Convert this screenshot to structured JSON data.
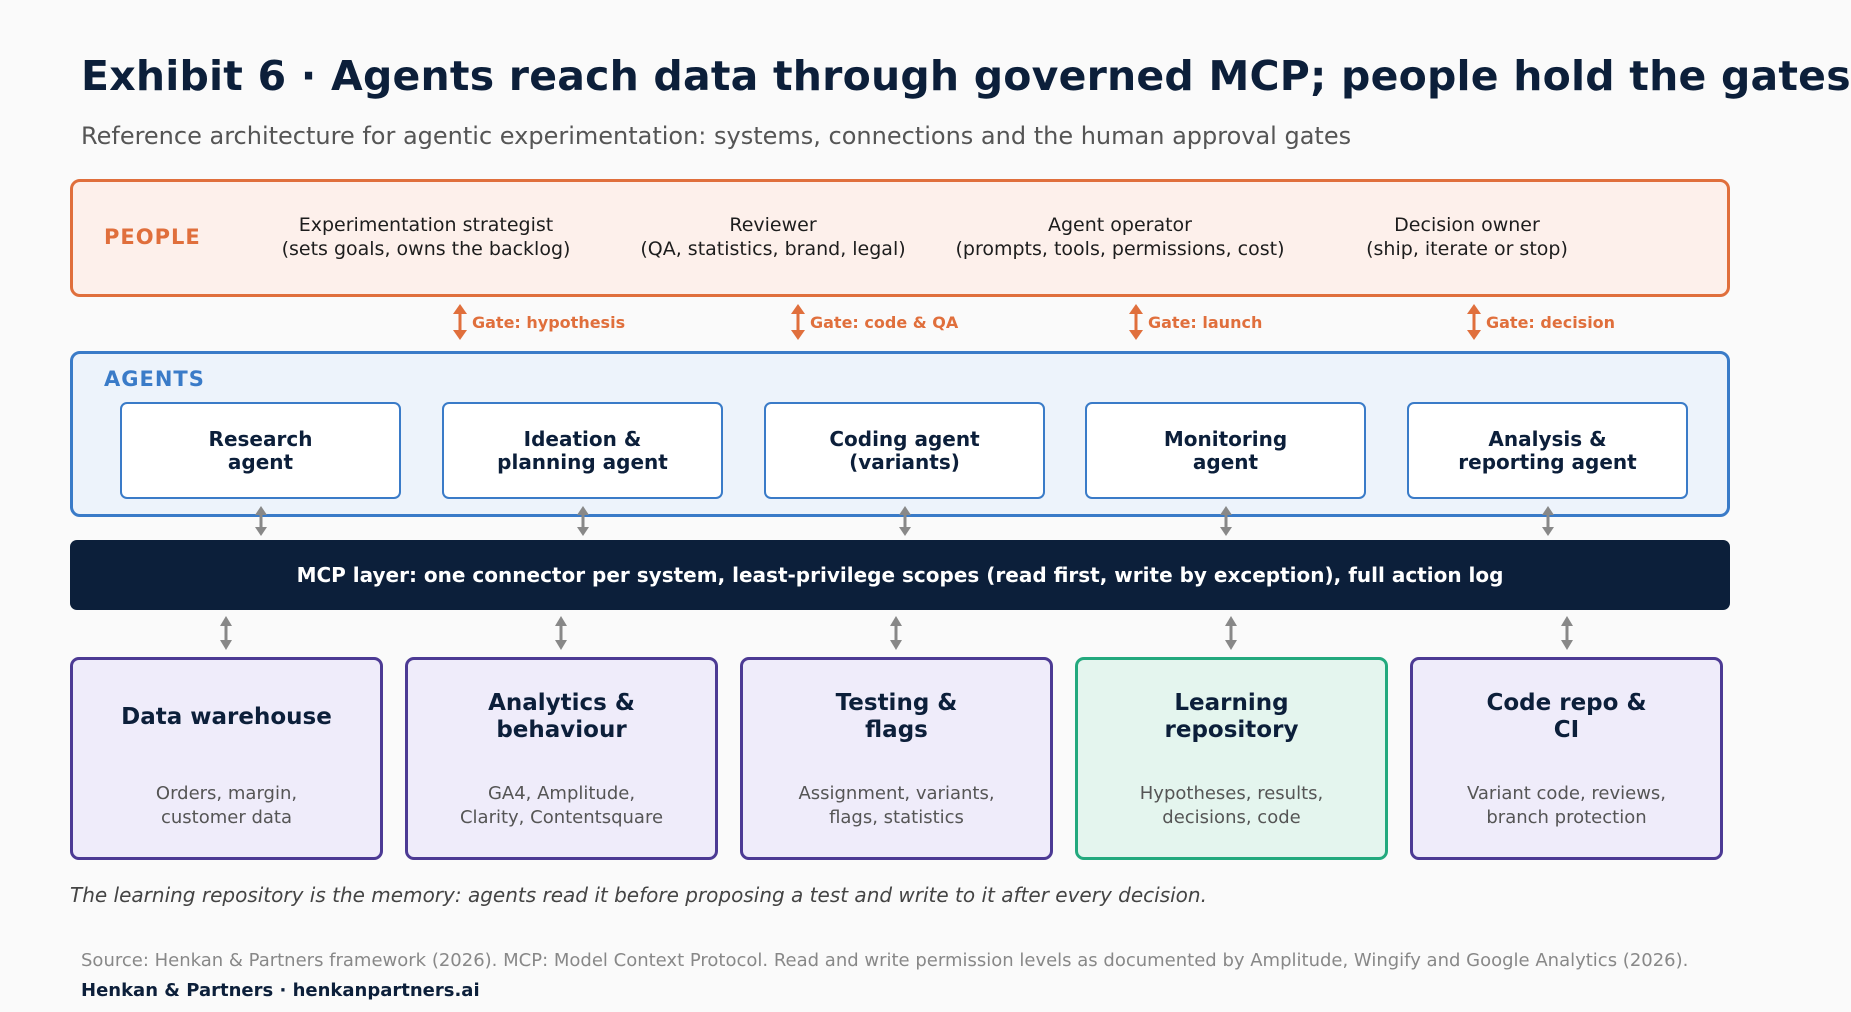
{
  "title": "Exhibit 6 · Agents reach data through governed MCP; people hold the gates",
  "subtitle": "Reference architecture for agentic experimentation: systems, connections and the human approval gates",
  "people": {
    "label": "PEOPLE",
    "roles": [
      {
        "name": "Experimentation strategist",
        "detail": "(sets goals, owns the backlog)"
      },
      {
        "name": "Reviewer",
        "detail": "(QA, statistics, brand, legal)"
      },
      {
        "name": "Agent operator",
        "detail": "(prompts, tools, permissions, cost)"
      },
      {
        "name": "Decision owner",
        "detail": "(ship, iterate or stop)"
      }
    ]
  },
  "gates": [
    "Gate: hypothesis",
    "Gate: code & QA",
    "Gate: launch",
    "Gate: decision"
  ],
  "agents": {
    "label": "AGENTS",
    "items": [
      {
        "line1": "Research",
        "line2": "agent"
      },
      {
        "line1": "Ideation &",
        "line2": "planning agent"
      },
      {
        "line1": "Coding agent",
        "line2": "(variants)"
      },
      {
        "line1": "Monitoring",
        "line2": "agent"
      },
      {
        "line1": "Analysis &",
        "line2": "reporting agent"
      }
    ]
  },
  "mcp_layer": "MCP layer: one connector per system, least-privilege scopes (read first, write by exception), full action log",
  "systems": [
    {
      "title1": "Data warehouse",
      "title2": "",
      "desc1": "Orders, margin,",
      "desc2": "customer data"
    },
    {
      "title1": "Analytics &",
      "title2": "behaviour",
      "desc1": "GA4, Amplitude,",
      "desc2": "Clarity, Contentsquare"
    },
    {
      "title1": "Testing &",
      "title2": "flags",
      "desc1": "Assignment, variants,",
      "desc2": "flags, statistics"
    },
    {
      "title1": "Learning",
      "title2": "repository",
      "desc1": "Hypotheses, results,",
      "desc2": "decisions, code"
    },
    {
      "title1": "Code repo &",
      "title2": "CI",
      "desc1": "Variant code, reviews,",
      "desc2": "branch protection"
    }
  ],
  "colors": {
    "people": "#e06f3c",
    "agents": "#3a7bc8",
    "mcp": "#0c1f3a",
    "system": "#4c3a94",
    "learning": "#23a97e"
  },
  "note": "The learning repository is the memory: agents read it before proposing a test and write to it after every decision.",
  "source": "Source: Henkan & Partners framework (2026). MCP: Model Context Protocol. Read and write permission levels as documented by Amplitude, Wingify and Google Analytics (2026).",
  "brand": "Henkan & Partners · henkanpartners.ai"
}
